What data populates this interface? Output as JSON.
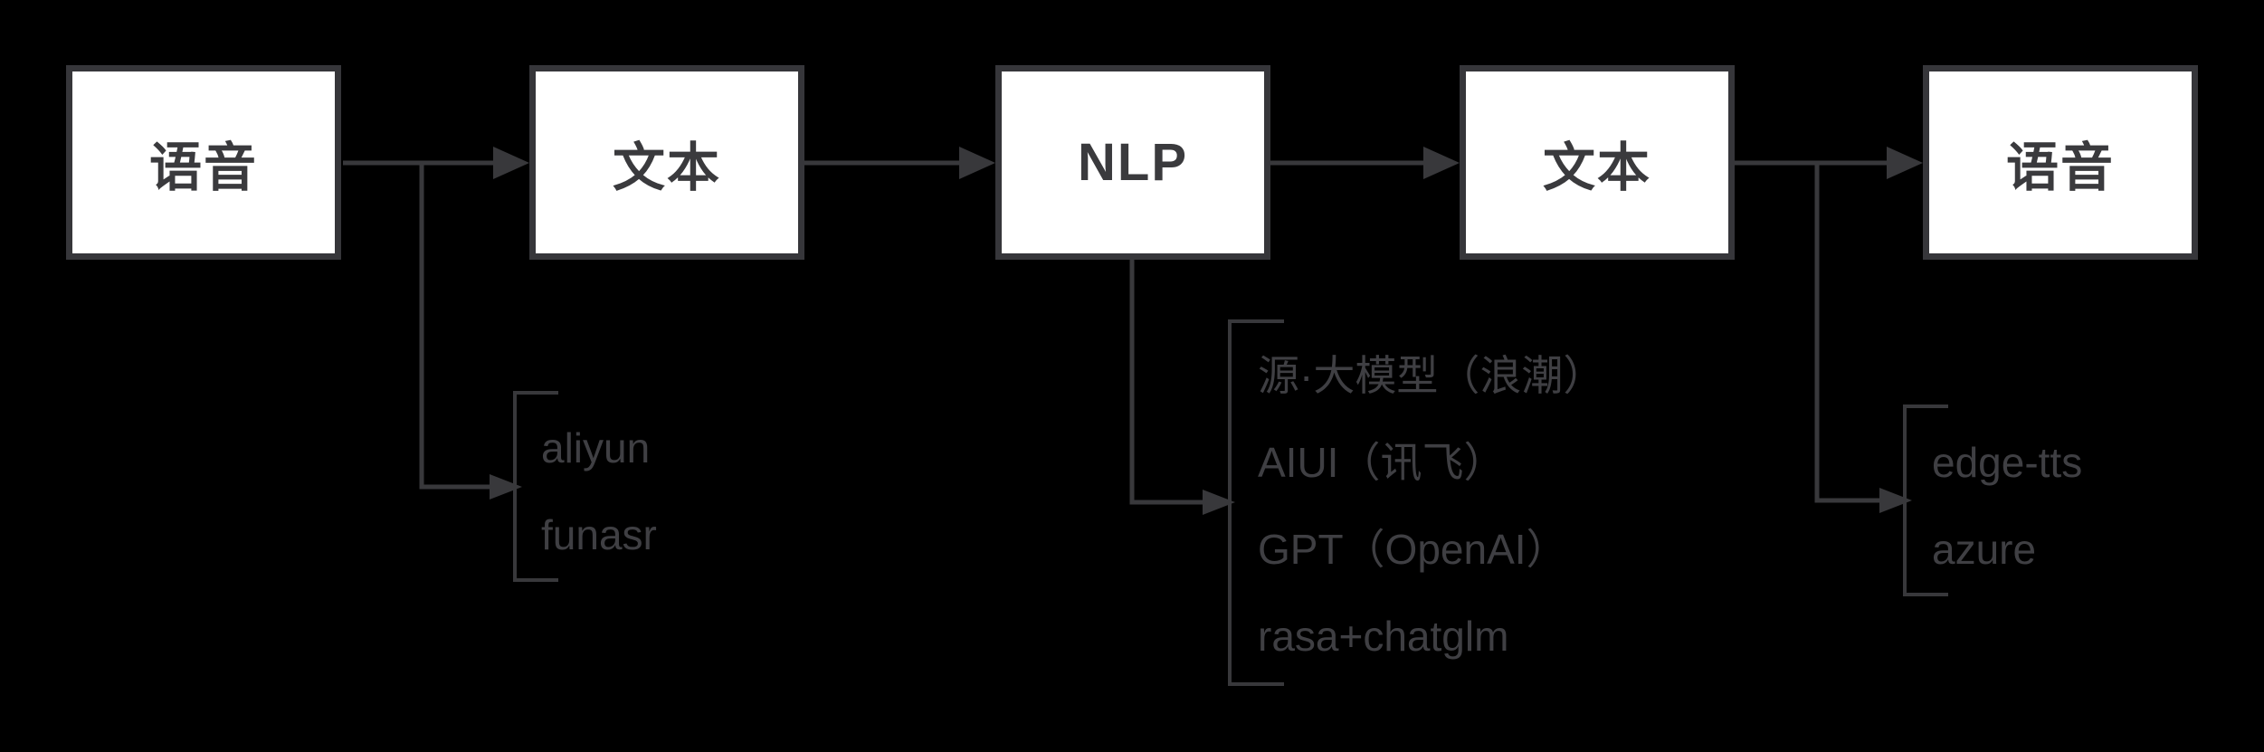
{
  "diagram_title": "",
  "nodes": [
    {
      "id": "speech-input",
      "label": "语音"
    },
    {
      "id": "text-asr",
      "label": "文本"
    },
    {
      "id": "nlp",
      "label": "NLP"
    },
    {
      "id": "text-reply",
      "label": "文本"
    },
    {
      "id": "speech-output",
      "label": "语音"
    }
  ],
  "flow": [
    "语音 → 文本",
    "文本 → NLP",
    "NLP → 文本",
    "文本 → 语音"
  ],
  "groups": [
    {
      "attached_to": "arrow-speech-to-text",
      "items": [
        "aliyun",
        "funasr"
      ]
    },
    {
      "attached_to": "nlp-node",
      "items": [
        "源·大模型（浪潮）",
        "AIUI（讯飞）",
        "GPT（OpenAI）",
        "rasa+chatglm"
      ]
    },
    {
      "attached_to": "arrow-text-to-speech",
      "items": [
        "edge-tts",
        "azure"
      ]
    }
  ],
  "colors": {
    "background": "#000000",
    "box_fill": "#ffffff",
    "stroke": "#38383b",
    "node_label": "#3a3a3d",
    "annotation_text": "#3f3f43"
  }
}
